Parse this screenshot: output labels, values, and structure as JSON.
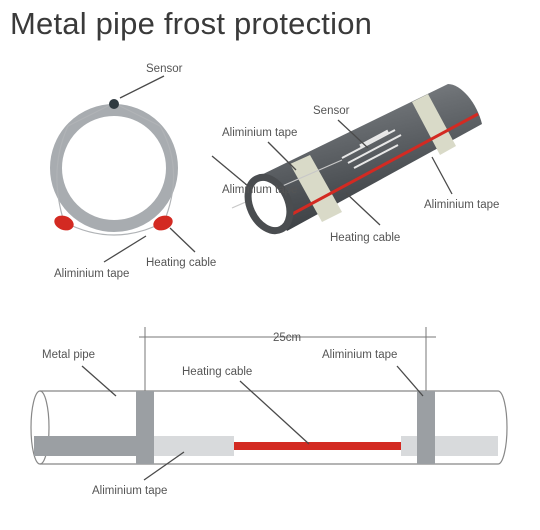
{
  "title": "Metal pipe frost protection",
  "labels": {
    "cross_section": {
      "sensor": "Sensor",
      "aluminium_tape": "Aliminium tape",
      "heating_cable": "Heating cable"
    },
    "pipe_3d": {
      "sensor": "Sensor",
      "aluminium_tape_top": "Aliminium tape",
      "aluminium_tape_middle": "Aliminium tape",
      "aluminium_tape_right": "Aliminium tape",
      "heating_cable": "Heating cable"
    },
    "side_view": {
      "spacing": "25cm",
      "metal_pipe": "Metal pipe",
      "aluminium_tape_top": "Aliminium tape",
      "heating_cable": "Heating cable",
      "aluminium_tape_bottom": "Aliminium tape"
    }
  },
  "colors": {
    "pipe": "#a8acb0",
    "pipe_dark": "#55595d",
    "heating_cable": "#d32a22",
    "tape": "#9b9fa3",
    "tape_3d": "#d9dac8",
    "line": "#4a4a4a"
  }
}
